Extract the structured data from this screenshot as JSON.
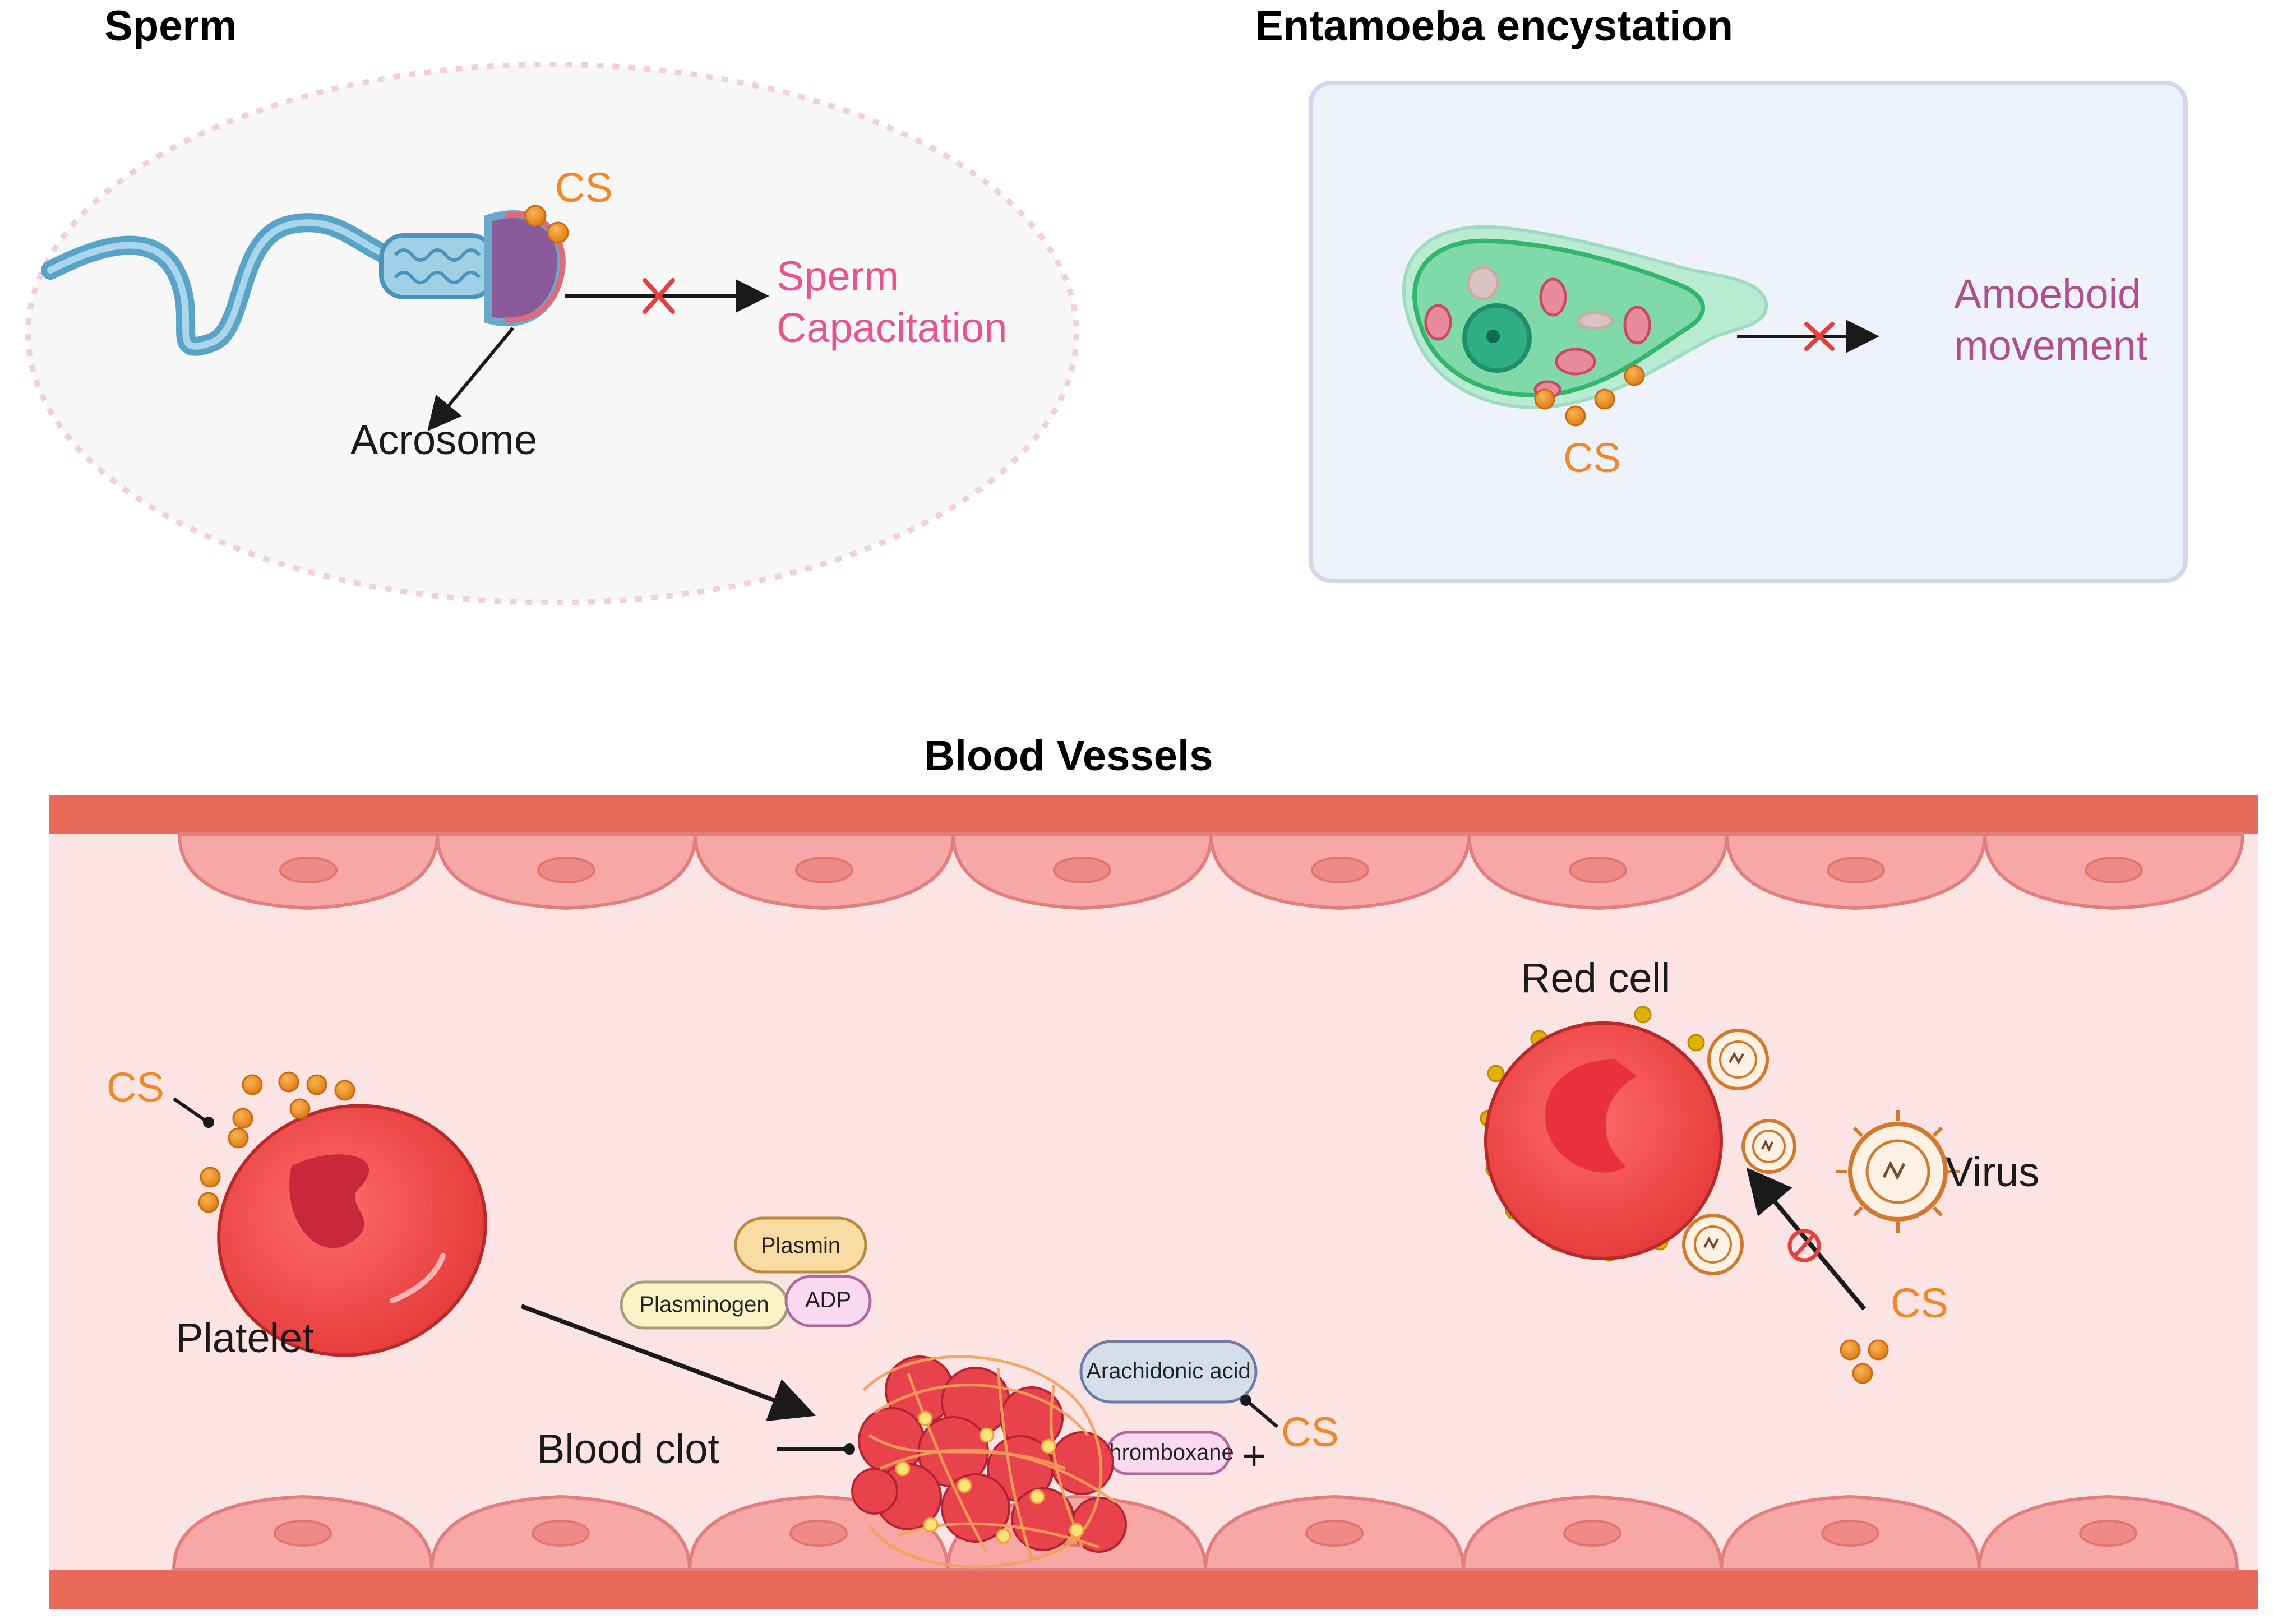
{
  "sections": {
    "sperm": {
      "title": "Sperm",
      "cs_label": "CS",
      "outcome_line1": "Sperm",
      "outcome_line2": "Capacitation",
      "acrosome_label": "Acrosome"
    },
    "entamoeba": {
      "title": "Entamoeba encystation",
      "cs_label": "CS",
      "outcome_line1": "Amoeboid",
      "outcome_line2": "movement"
    },
    "blood_vessels": {
      "title": "Blood Vessels",
      "platelet": {
        "cs_label": "CS",
        "label": "Platelet"
      },
      "clot": {
        "label": "Blood clot"
      },
      "pathway": {
        "plasmin": "Plasmin",
        "plasminogen": "Plasminogen",
        "adp": "ADP",
        "arachidonic_acid": "Arachidonic acid",
        "thromboxane": "thromboxane",
        "plus": "+",
        "cs_label": "CS"
      },
      "red_cell": {
        "label": "Red cell",
        "virus_label": "Virus",
        "cs_label": "CS"
      }
    }
  },
  "colors": {
    "cs_orange": "#f0882a",
    "sperm_pink": "#e6558f",
    "amoeboid_purple": "#b04f8e",
    "vessel_wall": "#e86b5a",
    "lumen": "#fde4e4",
    "inhibit_red": "#e34040"
  }
}
